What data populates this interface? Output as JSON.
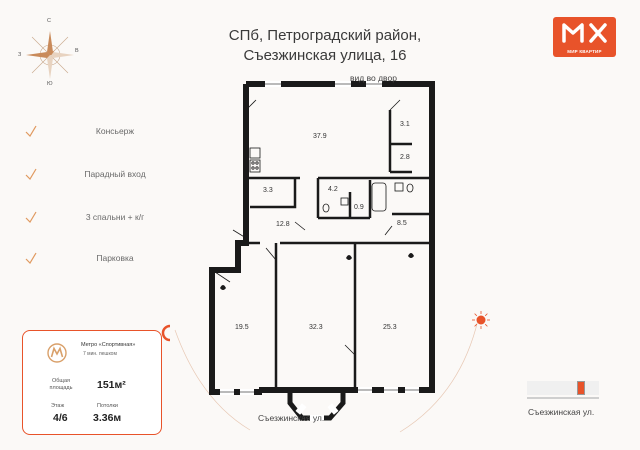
{
  "header": {
    "title_line1": "СПб, Петроградский район,",
    "title_line2": "Съезжинская улица, 16"
  },
  "logo": {
    "text": "МИР КВАРТИР"
  },
  "compass": {
    "north": "С",
    "east": "В",
    "south": "Ю",
    "west": "З"
  },
  "features": [
    {
      "label": "Консьерж"
    },
    {
      "label": "Парадный вход"
    },
    {
      "label": "3 спальни + к/г"
    },
    {
      "label": "Парковка"
    }
  ],
  "info": {
    "metro_name": "Метро «Спортивная»",
    "metro_time": "7 мин. пешком",
    "area_label": "Общая площадь",
    "area_value": "151м²",
    "floor_label": "Этаж",
    "floor_value": "4/6",
    "ceiling_label": "Потолки",
    "ceiling_value": "3.36м"
  },
  "plan": {
    "yard_view_label": "вид во двор",
    "street_label": "Съезжинская ул.",
    "rooms": [
      "37.9",
      "3.1",
      "2.8",
      "3.3",
      "4.2",
      "0.9",
      "8.5",
      "12.8",
      "19.5",
      "32.3",
      "25.3"
    ]
  },
  "street_badge": {
    "label": "Съезжинская ул."
  },
  "colors": {
    "accent": "#e8532a",
    "wall": "#1a1a1a",
    "window": "#ffffff"
  }
}
